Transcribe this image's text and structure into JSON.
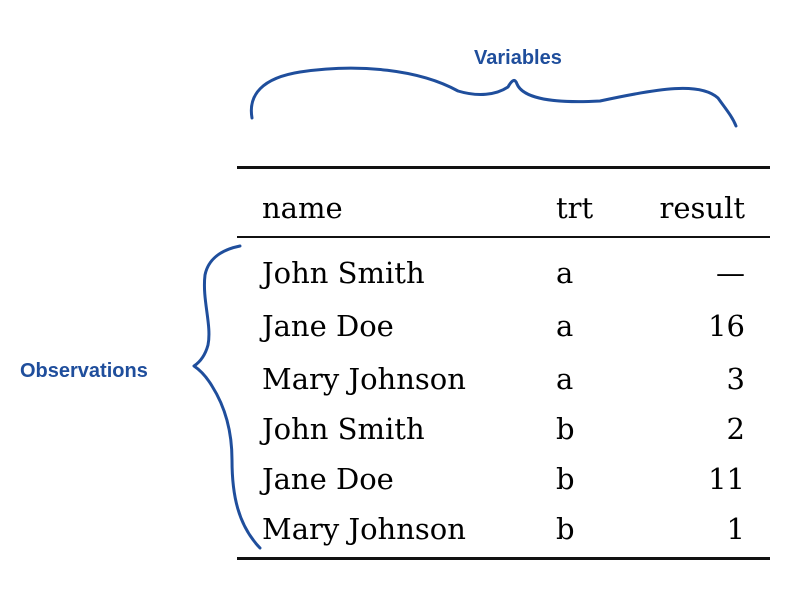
{
  "annotations": {
    "variables": "Variables",
    "observations": "Observations"
  },
  "colors": {
    "annotation": "#1f4e9c",
    "rule": "#111111",
    "text": "#000000"
  },
  "table": {
    "columns": [
      "name",
      "trt",
      "result"
    ],
    "rows": [
      {
        "name": "John Smith",
        "trt": "a",
        "result": "—"
      },
      {
        "name": "Jane Doe",
        "trt": "a",
        "result": "16"
      },
      {
        "name": "Mary Johnson",
        "trt": "a",
        "result": "3"
      },
      {
        "name": "John Smith",
        "trt": "b",
        "result": "2"
      },
      {
        "name": "Jane Doe",
        "trt": "b",
        "result": "11"
      },
      {
        "name": "Mary Johnson",
        "trt": "b",
        "result": "1"
      }
    ]
  }
}
